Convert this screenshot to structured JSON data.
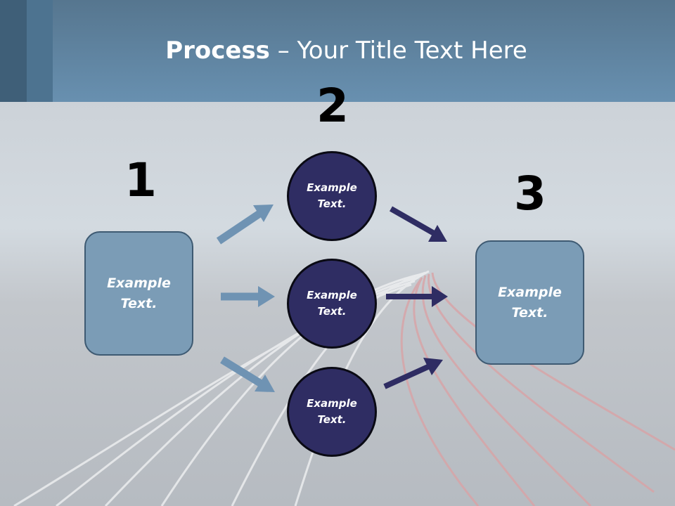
{
  "slide": {
    "title_bold": "Process",
    "title_rest": " – Your Title Text Here",
    "step_numbers": [
      "1",
      "2",
      "3"
    ],
    "left_box": "Example\nText.",
    "right_box": "Example\nText.",
    "circles": [
      "Example\nText.",
      "Example\nText.",
      "Example\nText."
    ]
  },
  "colors": {
    "header": "#6890b0",
    "box_fill": "#7b9cb6",
    "circle_fill": "#2f2d63",
    "light_arrow": "#6f93b3",
    "dark_arrow": "#2f2d63"
  }
}
